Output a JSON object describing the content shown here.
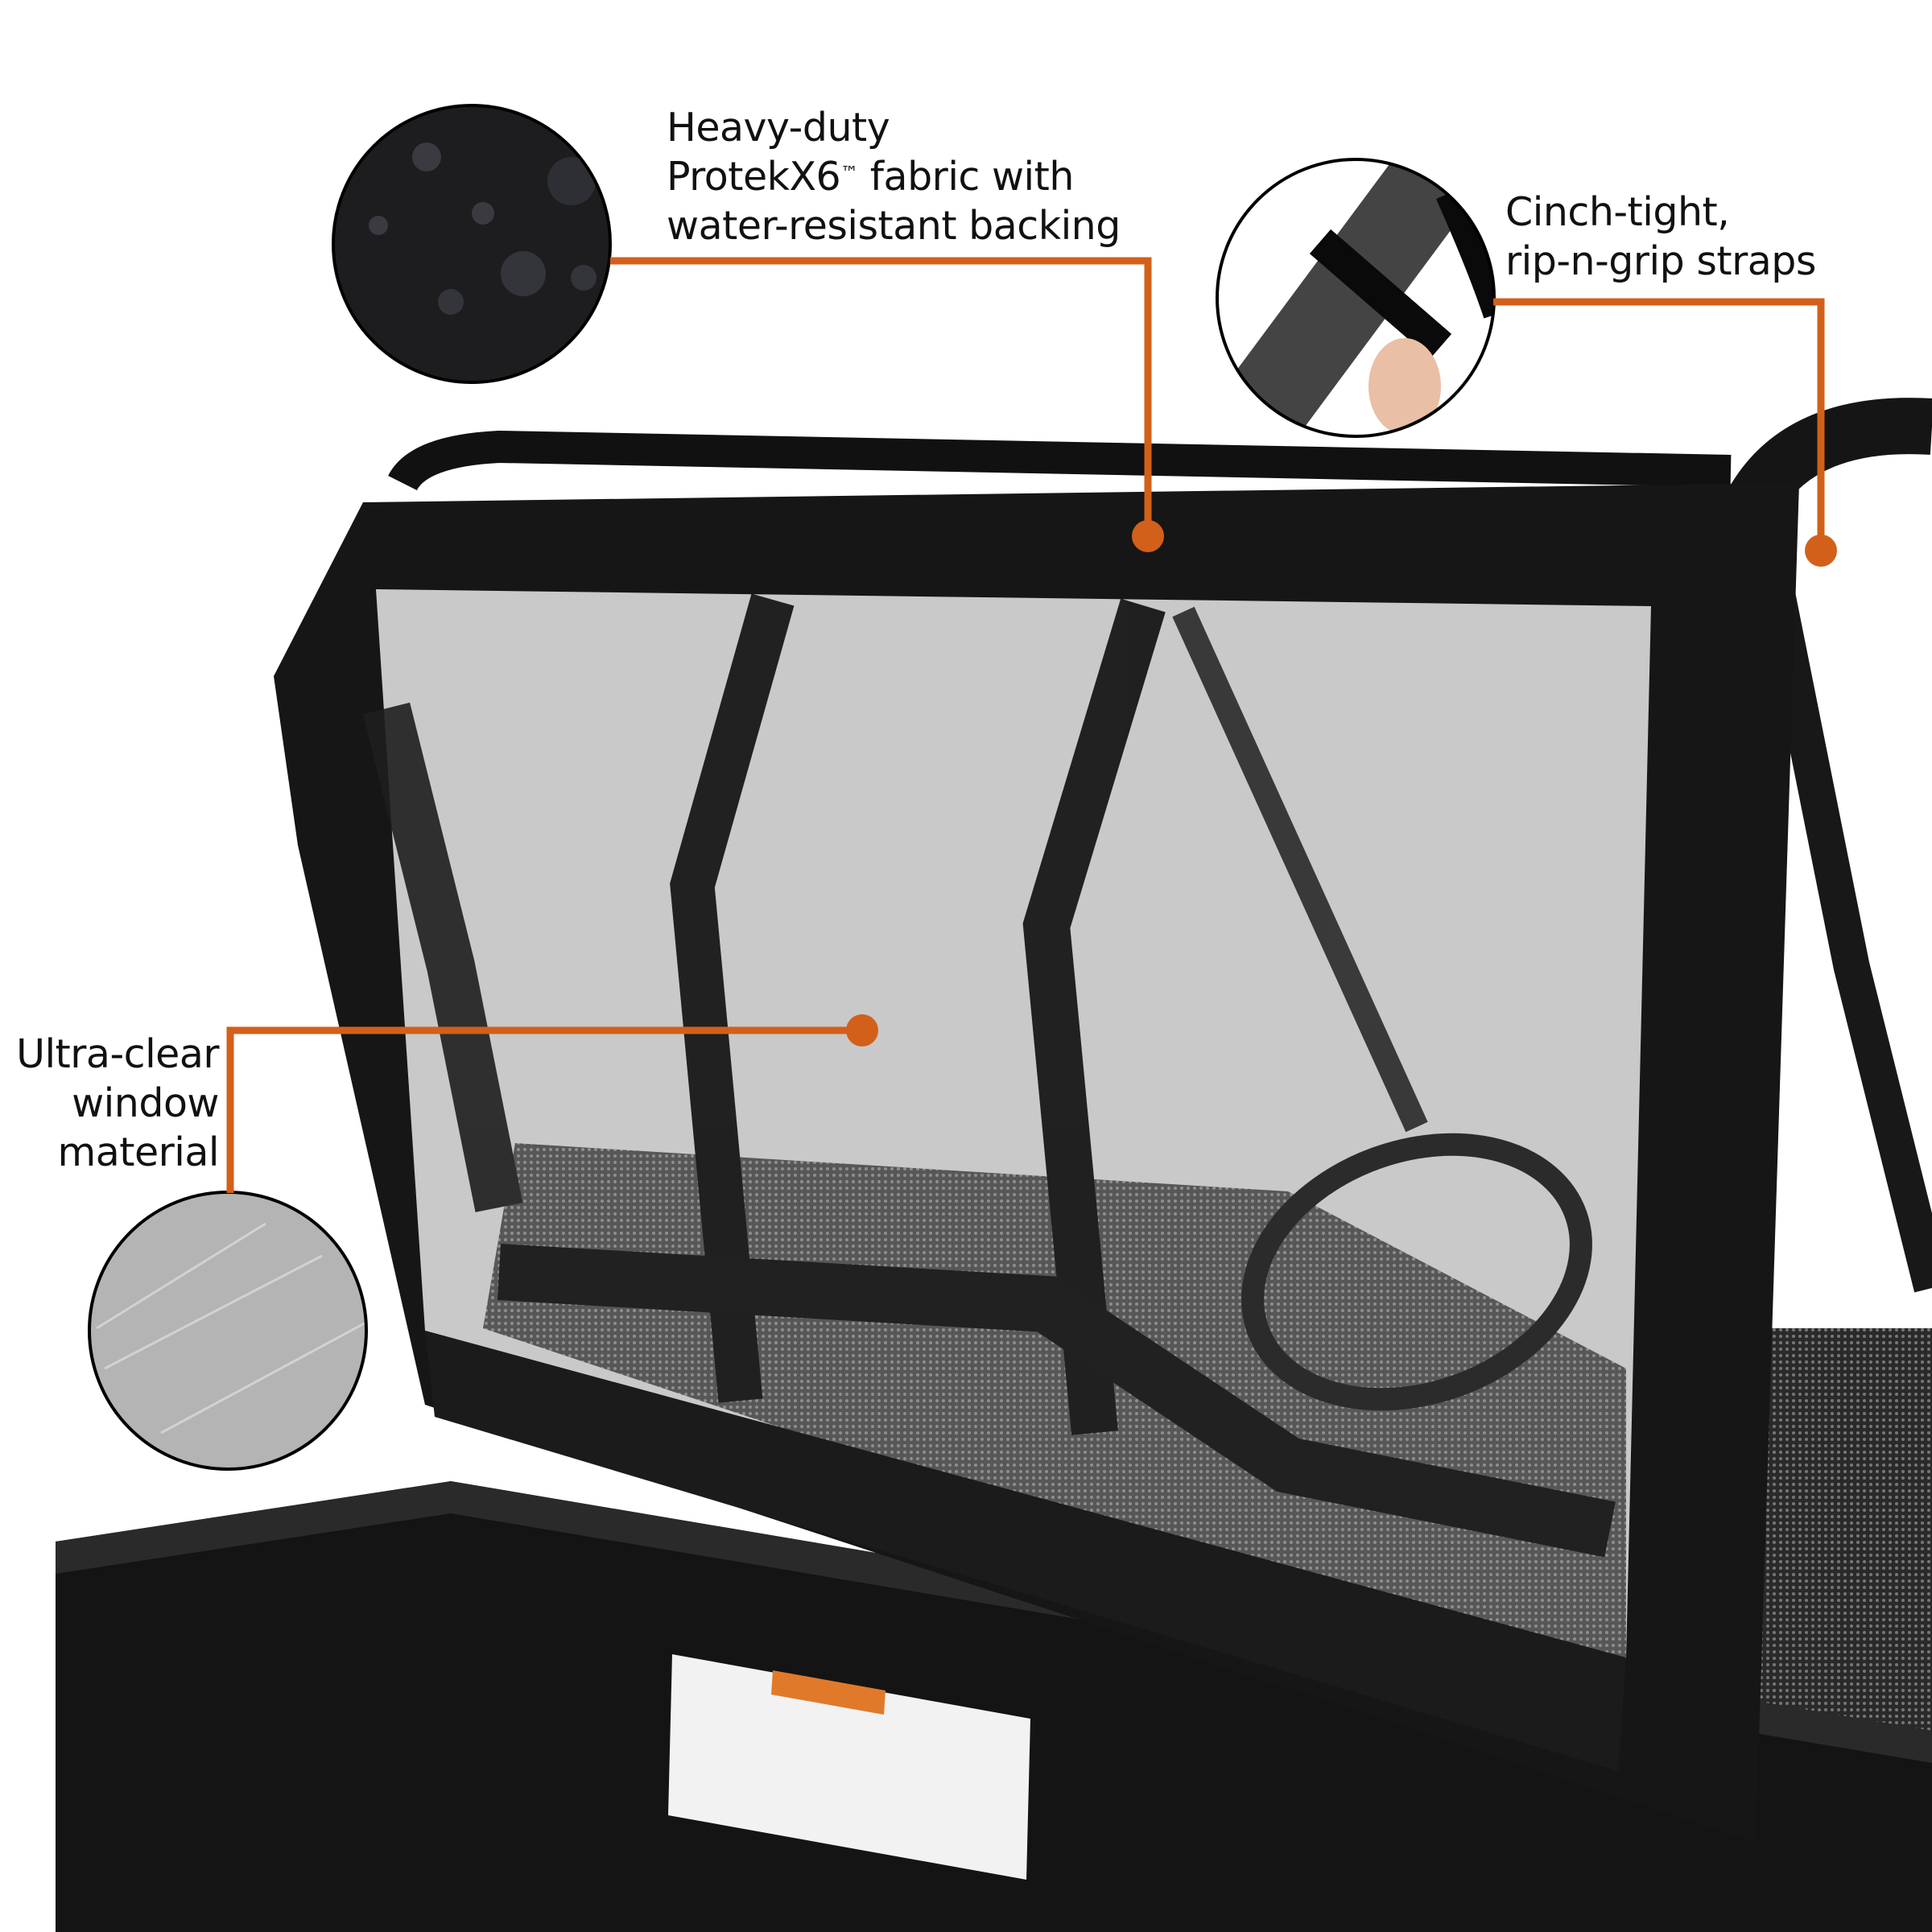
{
  "callouts": {
    "fabric": {
      "lines": [
        "Heavy-duty",
        "ProtekX6",
        "fabric with",
        "water-resistant backing"
      ],
      "trademark": "™"
    },
    "straps": {
      "lines": [
        "Cinch-tight,",
        "rip-n-grip straps"
      ]
    },
    "window": {
      "lines": [
        "Ultra-clear",
        "window",
        "material"
      ]
    }
  },
  "colors": {
    "accent": "#d2601a",
    "fabric": "#1a1a1a",
    "window": "#c9c9c9",
    "background": "#ffffff"
  },
  "icons": [
    "fabric-swatch-detail",
    "strap-detail",
    "clear-vinyl-detail",
    "callout-dot"
  ]
}
